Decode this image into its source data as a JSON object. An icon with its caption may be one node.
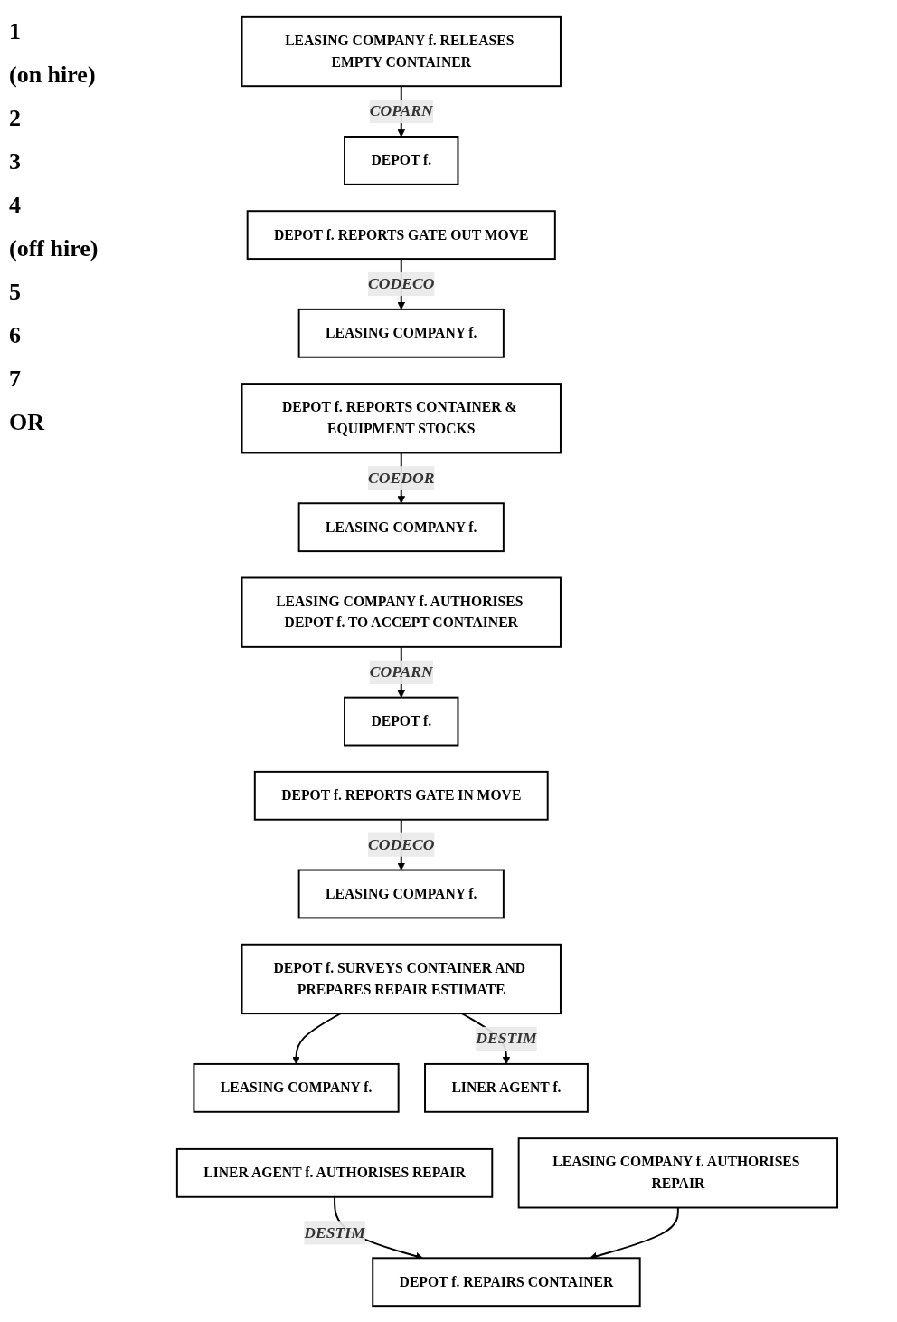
{
  "diagram": {
    "nodes": [
      {
        "text": [
          "LEASING COMPANY f. RELEASES EMPTY CONTAINER"
        ]
      },
      {
        "text": [
          "DEPOT f."
        ]
      },
      {
        "text": [
          "DEPOT f. REPORTS GATE OUT MOVE"
        ]
      },
      {
        "text": [
          "LEASING COMPANY f."
        ]
      },
      {
        "text": [
          "DEPOT f. REPORTS CONTAINER & EQUIPMENT STOCKS"
        ]
      },
      {
        "text": [
          "LEASING COMPANY f."
        ]
      },
      {
        "text": [
          "LEASING COMPANY f. AUTHORISES DEPOT f. TO ACCEPT CONTAINER"
        ]
      },
      {
        "text": [
          "DEPOT f. REPORTS GATE IN MOVE"
        ]
      },
      {
        "text": [
          "DEPOT f."
        ]
      },
      {
        "text": [
          "LEASING COMPANY f."
        ]
      },
      {
        "text": [
          "DEPOT f. SURVEYS CONTAINER AND PREPARES REPAIR ESTIMATE"
        ]
      },
      {
        "text": [
          "LEASING COMPANY f."
        ]
      },
      {
        "text": [
          "LINER AGENT f."
        ]
      },
      {
        "text": [
          "LINER AGENT f. AUTHORISES REPAIR"
        ]
      },
      {
        "text": [
          "LEASING COMPANY f. AUTHORISES REPAIR"
        ]
      },
      {
        "text": [
          "DEPOT f. REPAIRS CONTAINER"
        ]
      }
    ],
    "edges": [
      {
        "from": 0,
        "to": 1,
        "arrow": "to",
        "label": "COPARN"
      },
      {
        "from": 2,
        "to": 3,
        "arrow": "to",
        "label": "CODECO"
      },
      {
        "from": 4,
        "to": 5,
        "arrow": "to",
        "label": "COEDOR"
      },
      {
        "from": 6,
        "to": 8,
        "arrow": "to",
        "label": "COPARN"
      },
      {
        "from": 7,
        "to": 9,
        "arrow": "to",
        "label": "CODECO"
      },
      {
        "from": 10,
        "to": 11,
        "arrow": "to"
      },
      {
        "from": 10,
        "to": 12,
        "arrow": "to",
        "label": "DESTIM"
      },
      {
        "from": 13,
        "to": 15,
        "arrow": "to",
        "label": "DESTIM"
      },
      {
        "from": 14,
        "to": 15,
        "arrow": "to"
      }
    ],
    "labels": [
      "1",
      "(on hire)",
      "2",
      "3",
      "4",
      "(off hire)",
      "5",
      "6",
      "7",
      "OR"
    ]
  }
}
